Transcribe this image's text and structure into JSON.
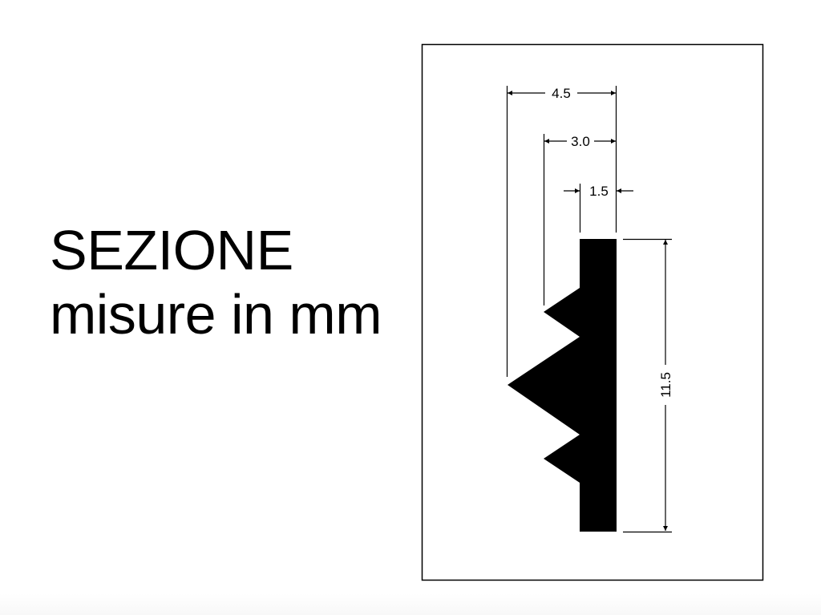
{
  "caption": {
    "title": "SEZIONE",
    "subtitle": "misure in mm"
  },
  "drawing": {
    "frame_color": "#000000",
    "profile_fill": "#000000",
    "dimensions": {
      "total_width": "4.5",
      "mid_width": "3.0",
      "base_thickness": "1.5",
      "height": "11.5"
    }
  }
}
